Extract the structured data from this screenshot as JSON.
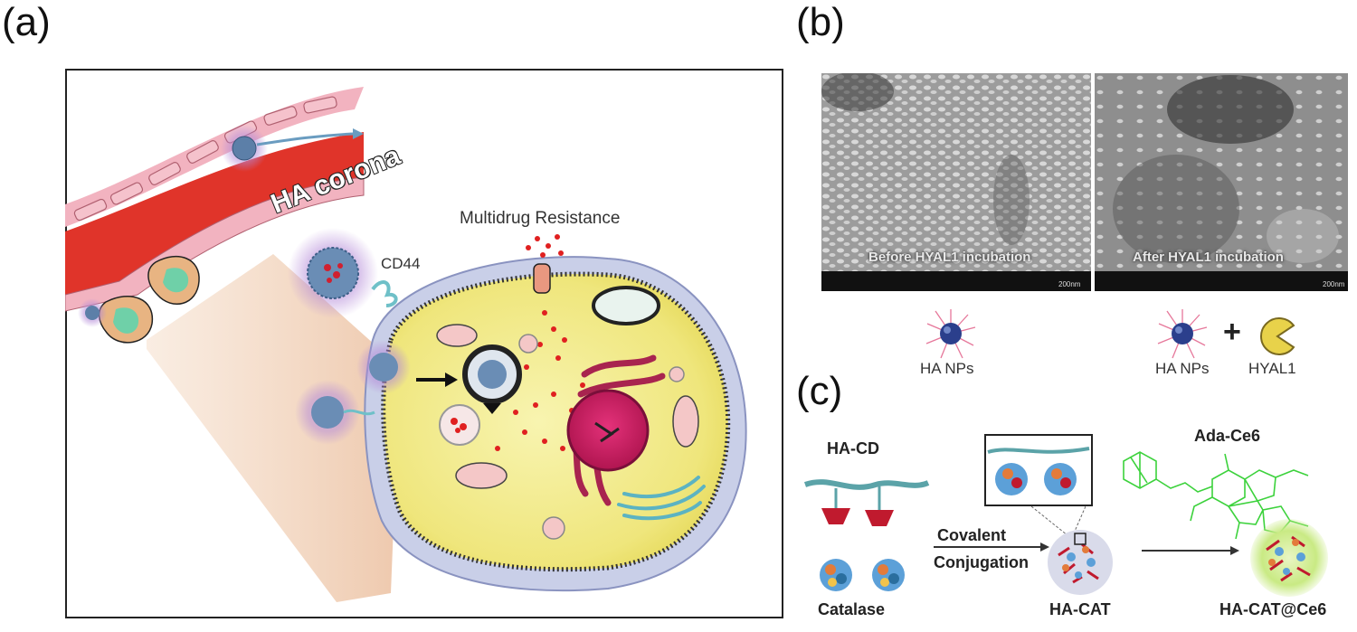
{
  "panels": {
    "a": {
      "label": "(a)",
      "ha_corona": "HA corona",
      "cd44": "CD44",
      "multidrug": "Multidrug Resistance"
    },
    "b": {
      "label": "(b)",
      "before_caption": "Before HYAL1 incubation",
      "after_caption": "After HYAL1 incubation",
      "scale_left": "200nm",
      "scale_right": "200nm",
      "ha_nps_left": "HA NPs",
      "ha_nps_right": "HA NPs",
      "plus": "+",
      "hyal1": "HYAL1"
    },
    "c": {
      "label": "(c)",
      "ha_cd": "HA-CD",
      "catalase": "Catalase",
      "covalent": "Covalent",
      "conjugation": "Conjugation",
      "ha_cat": "HA-CAT",
      "ada_ce6": "Ada-Ce6",
      "ha_cat_ce6": "HA-CAT@Ce6"
    }
  },
  "colors": {
    "vessel_red": "#e0342a",
    "endothelium_pink": "#f2b3c0",
    "cytoplasm_yellow": "#f4ef9a",
    "nucleus_magenta": "#c8185a",
    "drug_red": "#e02020",
    "corona_purple": "#b48ad8",
    "ada_green": "#3cd23c",
    "hyal1_yellow": "#e8d24a"
  }
}
